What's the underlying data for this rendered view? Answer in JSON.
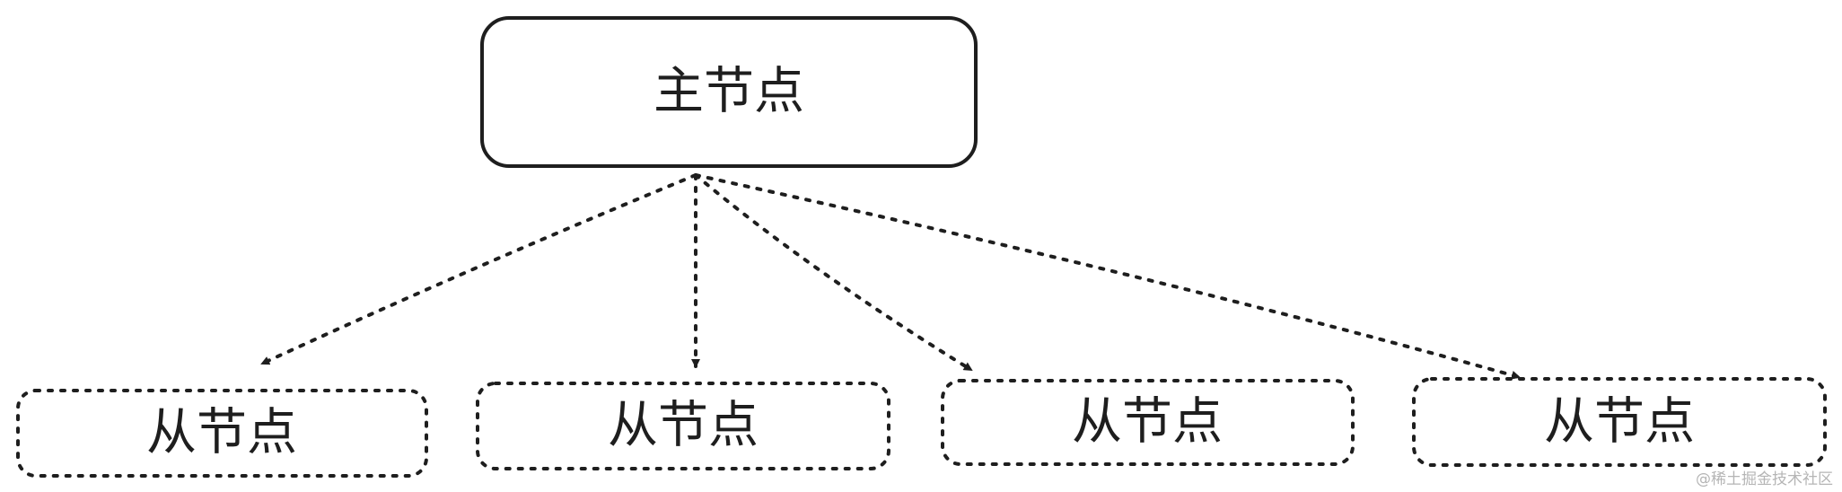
{
  "master": {
    "label": "主节点"
  },
  "slaves": [
    {
      "label": "从节点"
    },
    {
      "label": "从节点"
    },
    {
      "label": "从节点"
    },
    {
      "label": "从节点"
    }
  ],
  "watermark": "@稀土掘金技术社区",
  "colors": {
    "stroke": "#1e1e1e",
    "background": "#ffffff",
    "watermark": "#b5b5b5"
  }
}
